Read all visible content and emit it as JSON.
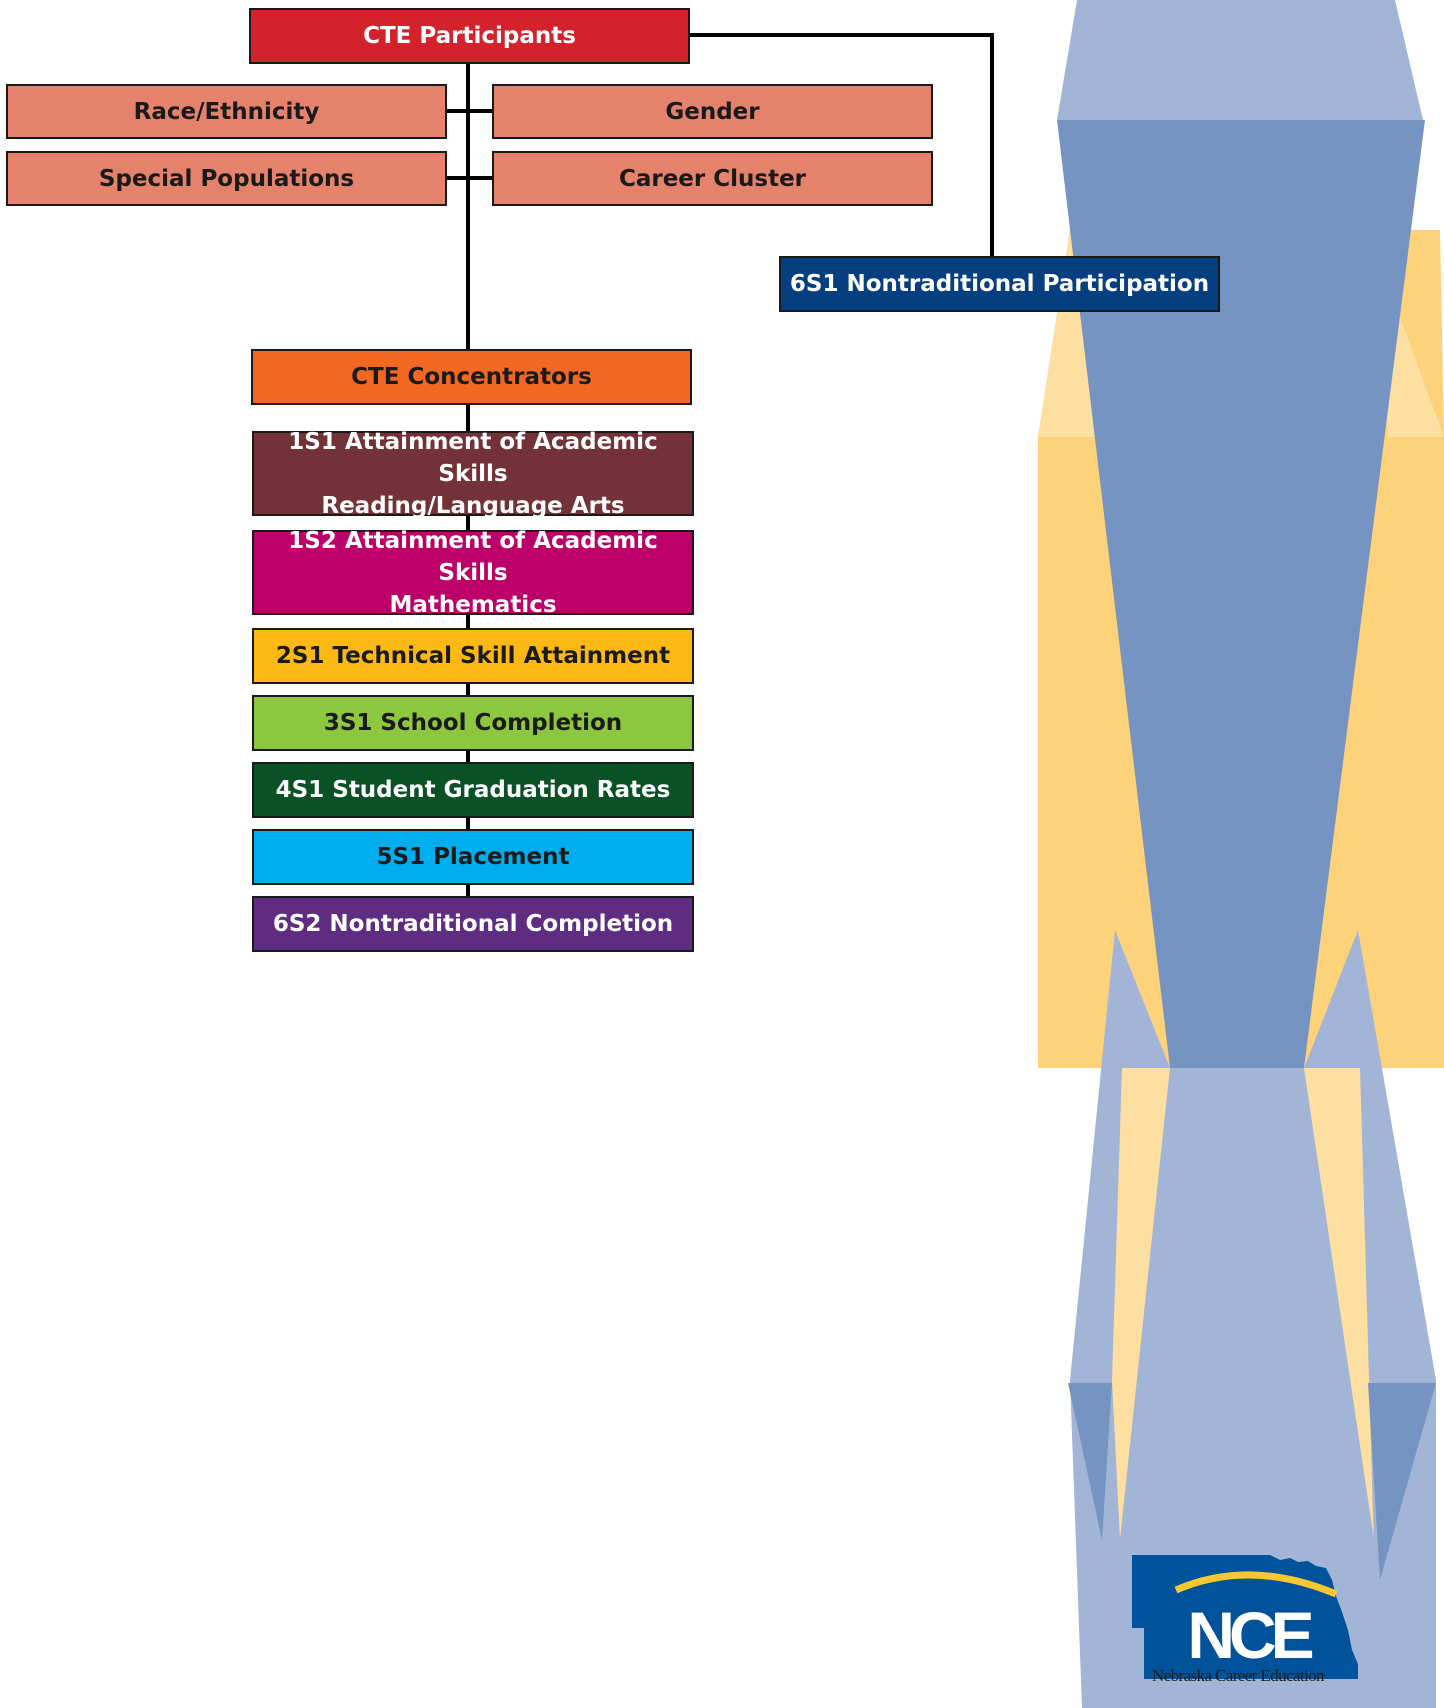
{
  "diagram": {
    "participants": {
      "label": "CTE Participants",
      "color": "#D3222B"
    },
    "categories": [
      {
        "label": "Race/Ethnicity",
        "color": "#E5826B"
      },
      {
        "label": "Gender",
        "color": "#E5826B"
      },
      {
        "label": "Special Populations",
        "color": "#E5826B"
      },
      {
        "label": "Career Cluster",
        "color": "#E5826B"
      }
    ],
    "nontraditional_participation": {
      "label": "6S1 Nontraditional Participation",
      "color": "#063F7F"
    },
    "concentrators": {
      "label": "CTE Concentrators",
      "color": "#F26722"
    },
    "indicators": [
      {
        "label": "1S1 Attainment of Academic Skills\nReading/Language Arts",
        "color": "#733237",
        "text_color": "#ffffff"
      },
      {
        "label": "1S2 Attainment of Academic Skills\nMathematics",
        "color": "#BD0069",
        "text_color": "#ffffff"
      },
      {
        "label": "2S1 Technical Skill Attainment",
        "color": "#FDB913",
        "text_color": "#1a1a1a"
      },
      {
        "label": "3S1 School Completion",
        "color": "#8DC63F",
        "text_color": "#1a1a1a"
      },
      {
        "label": "4S1 Student Graduation Rates",
        "color": "#0A5226",
        "text_color": "#ffffff"
      },
      {
        "label": "5S1 Placement",
        "color": "#00AEEF",
        "text_color": "#1a1a1a"
      },
      {
        "label": "6S2 Nontraditional Completion",
        "color": "#5E2D82",
        "text_color": "#ffffff"
      }
    ]
  },
  "logo": {
    "letters": "NCE",
    "tagline": "Nebraska Career Education",
    "colors": {
      "shape": "#00539B",
      "arc": "#FDC82F",
      "letters": "#ffffff"
    }
  },
  "background_colors": {
    "light_blue": "#A3B5D6",
    "mid_blue": "#7594C1",
    "light_gold": "#FEDFA2",
    "gold": "#FDD27B"
  }
}
